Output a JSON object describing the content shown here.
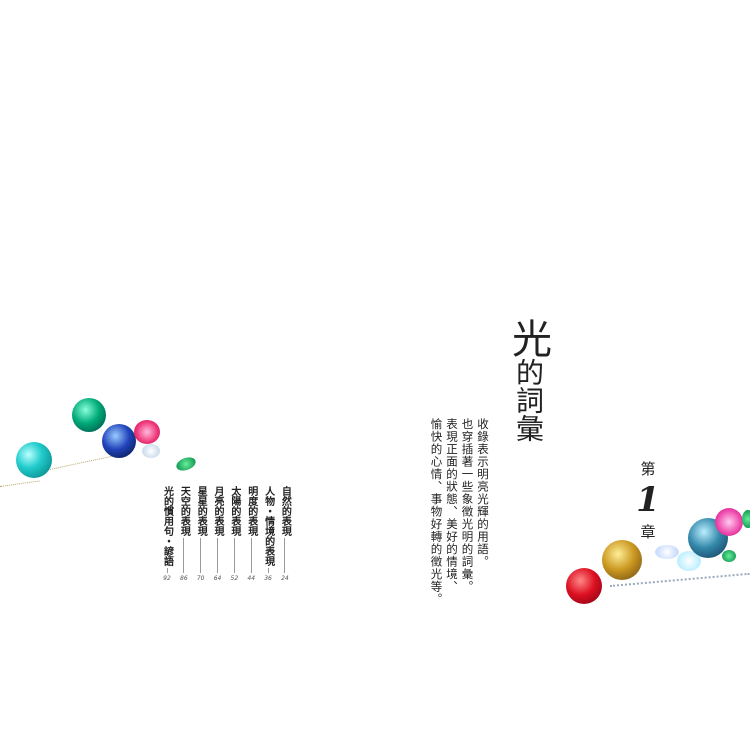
{
  "chapter": {
    "prefix": "第",
    "number": "1",
    "suffix": "章"
  },
  "title": {
    "main": "光",
    "sub": "的詞彙"
  },
  "intro": [
    "收錄表示明亮光輝的用語。",
    "也穿插著一些象徵光明的詞彙。",
    "表現正面的狀態、美好的情境、",
    "愉快的心情、事物好轉的徵光等。"
  ],
  "toc": [
    {
      "label": "自然的表現",
      "page": "24"
    },
    {
      "label": "人物・情境的表現",
      "page": "36"
    },
    {
      "label": "明度的表現",
      "page": "44"
    },
    {
      "label": "太陽的表現",
      "page": "52"
    },
    {
      "label": "月亮的表現",
      "page": "64"
    },
    {
      "label": "星星的表現",
      "page": "70"
    },
    {
      "label": "天空的表現",
      "page": "86"
    },
    {
      "label": "光的慣用句・諺語",
      "page": "92"
    }
  ]
}
